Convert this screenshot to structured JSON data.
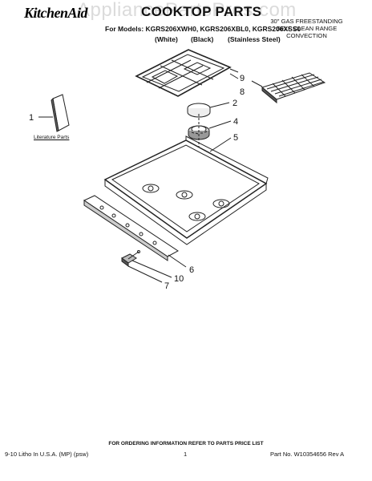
{
  "watermark": "AppliancePartsPros.com",
  "header": {
    "brand": "KitchenAid",
    "title": "COOKTOP PARTS",
    "models_line": "For Models: KGRS206XWH0, KGRS206XBL0, KGRS206XSS0",
    "finishes": [
      "(White)",
      "(Black)",
      "(Stainless Steel)"
    ],
    "range_description": [
      "30\" GAS FREESTANDING",
      "SELF CLEAN RANGE",
      "CONVECTION"
    ]
  },
  "diagram": {
    "literature_label": "Literature Parts",
    "callouts": [
      "1",
      "9",
      "8",
      "2",
      "4",
      "5",
      "6",
      "10",
      "7"
    ]
  },
  "footer": {
    "ordering_info": "FOR ORDERING INFORMATION REFER TO PARTS PRICE LIST",
    "print_info": "9-10 Litho In U.S.A. (MP) (psw)",
    "page_number": "1",
    "part_number": "Part No. W10354656 Rev A"
  }
}
